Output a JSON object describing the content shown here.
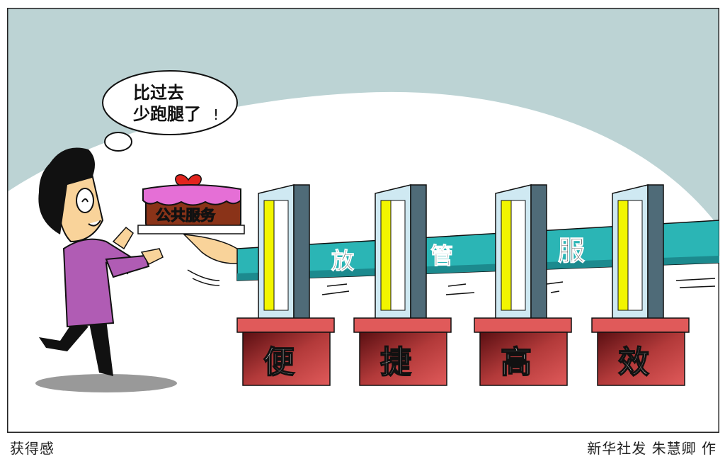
{
  "cartoon": {
    "thought_bubble": {
      "line1": "比过去",
      "line2": "少跑腿了",
      "punct": "!"
    },
    "cake_label": "公共服务",
    "beam_chars": [
      "放",
      "管",
      "服"
    ],
    "pedestal_chars": [
      "便",
      "捷",
      "高",
      "效"
    ]
  },
  "captions": {
    "title": "获得感",
    "credit": "新华社发 朱慧卿 作"
  },
  "colors": {
    "sky": "#bcd3d4",
    "beam": "#2bb5b5",
    "frame_dark": "#4f6b78",
    "frame_light": "#cfe9f2",
    "door_yellow": "#f2f500",
    "pedestal_top": "#e05a5a",
    "pedestal_body": "#b33a3a",
    "shirt": "#b05cb4",
    "skin": "#f9d39a",
    "frosting": "#e56fd6",
    "cake": "#8a3318"
  }
}
